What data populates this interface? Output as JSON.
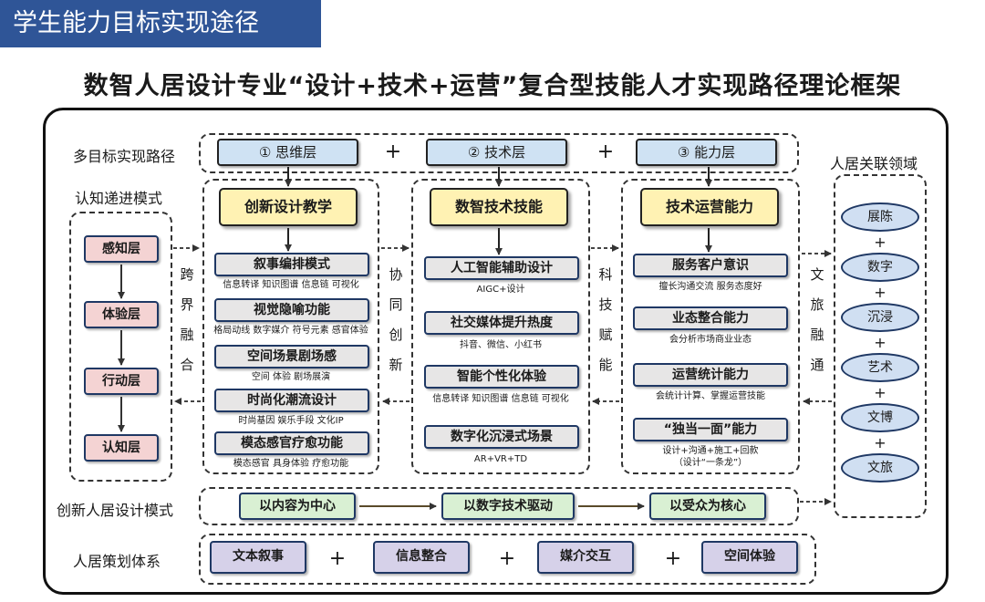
{
  "header": {
    "banner": "学生能力目标实现途径",
    "title": "数智人居设计专业“设计+技术+运营”复合型技能人才实现路径理论框架"
  },
  "labels": {
    "multi_path": "多目标实现路径",
    "cognitive": "认知递进模式",
    "related": "人居关联领域",
    "innovation_model": "创新人居设计模式",
    "planning": "人居策划体系"
  },
  "layers": [
    "① 思维层",
    "② 技术层",
    "③ 能力层"
  ],
  "plus": "+",
  "columns": [
    {
      "title": "创新设计教学",
      "modules": [
        {
          "label": "叙事编排模式",
          "sub": "信息转译 知识图谱  信息链 可视化"
        },
        {
          "label": "视觉隐喻功能",
          "sub": "格局动线 数字媒介 符号元素 感官体验"
        },
        {
          "label": "空间场景剧场感",
          "sub": "空间  体验  剧场展演"
        },
        {
          "label": "时尚化潮流设计",
          "sub": "时尚基因  娱乐手段 文化IP"
        },
        {
          "label": "模态感官疗愈功能",
          "sub": "模态感官 具身体验 疗愈功能"
        }
      ]
    },
    {
      "title": "数智技术技能",
      "modules": [
        {
          "label": "人工智能辅助设计",
          "sub": "AIGC+设计"
        },
        {
          "label": "社交媒体提升热度",
          "sub": "抖音、微信、小红书"
        },
        {
          "label": "智能个性化体验",
          "sub": "信息转译 知识图谱 信息链 可视化"
        },
        {
          "label": "数字化沉浸式场景",
          "sub": "AR+VR+TD"
        }
      ]
    },
    {
      "title": "技术运营能力",
      "modules": [
        {
          "label": "服务客户意识",
          "sub": "擅长沟通交流 服务态度好"
        },
        {
          "label": "业态整合能力",
          "sub": "会分析市场商业业态"
        },
        {
          "label": "运营统计能力",
          "sub": "会统计计算、掌握运营技能"
        },
        {
          "label": "“独当一面”能力",
          "sub": "设计+沟通+施工+回款",
          "sub2": "（设计“一条龙”）"
        }
      ]
    }
  ],
  "cognitive_levels": [
    "感知层",
    "体验层",
    "行动层",
    "认知层"
  ],
  "connectors": [
    [
      "跨",
      "界",
      "融",
      "合"
    ],
    [
      "协",
      "同",
      "创",
      "新"
    ],
    [
      "科",
      "技",
      "赋",
      "能"
    ],
    [
      "文",
      "旅",
      "融",
      "通"
    ]
  ],
  "related_domains": [
    "展陈",
    "数字",
    "沉浸",
    "艺术",
    "文博",
    "文旅"
  ],
  "innovation_steps": [
    "以内容为中心",
    "以数字技术驱动",
    "以受众为核心"
  ],
  "planning_items": [
    "文本叙事",
    "信息整合",
    "媒介交互",
    "空间体验"
  ],
  "colors": {
    "banner": "#2f5597",
    "layer": "#cfe2f3",
    "title_box": "#fff2b3",
    "module": "#e7e6e6",
    "cognitive": "#f4d3d3",
    "domain": "#d0dff2",
    "innovation": "#d9f0d3",
    "planning": "#d6d1e9"
  }
}
